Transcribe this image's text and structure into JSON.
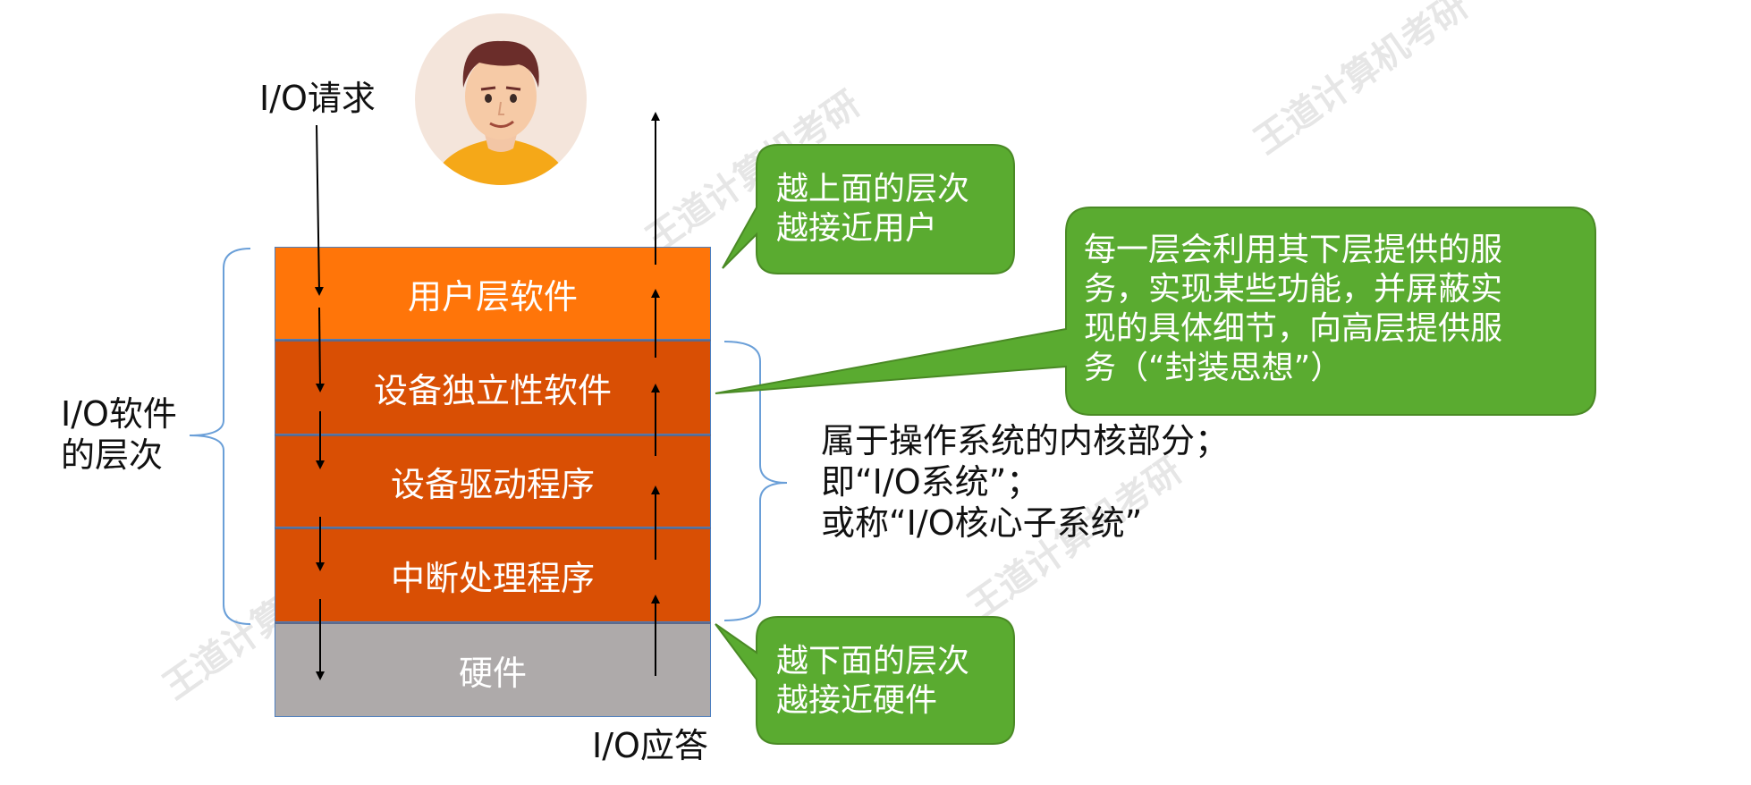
{
  "io_request": "I/O请求",
  "io_response": "I/O应答",
  "io_software_levels": [
    "I/O软件",
    "的层次"
  ],
  "layers": [
    {
      "label": "用户层软件",
      "color": "#ff7509"
    },
    {
      "label": "设备独立性软件",
      "color": "#d94f04"
    },
    {
      "label": "设备驱动程序",
      "color": "#d94f04"
    },
    {
      "label": "中断处理程序",
      "color": "#d94f04"
    },
    {
      "label": "硬件",
      "color": "#aeaaaa"
    }
  ],
  "bubble_top": [
    "越上面的层次",
    "越接近用户"
  ],
  "bubble_bottom": [
    "越下面的层次",
    "越接近硬件"
  ],
  "bubble_right": [
    "每一层会利用其下层提供的服",
    "务，实现某些功能，并屏蔽实",
    "现的具体细节，向高层提供服",
    "务（“封装思想”）"
  ],
  "kernel_note": [
    "属于操作系统的内核部分；",
    "即“I/O系统”；",
    "或称“I/O核心子系统”"
  ],
  "watermark_text": "王道计算机考研",
  "colors": {
    "bubble_green": "#5aab30",
    "bubble_border": "#4a8a25",
    "brace_blue": "#6a9fd8",
    "user_orange": "#ff7509",
    "mid_orange": "#d94f04",
    "hardware_gray": "#aeaaaa"
  },
  "icons": {
    "avatar": "user-avatar-icon"
  }
}
